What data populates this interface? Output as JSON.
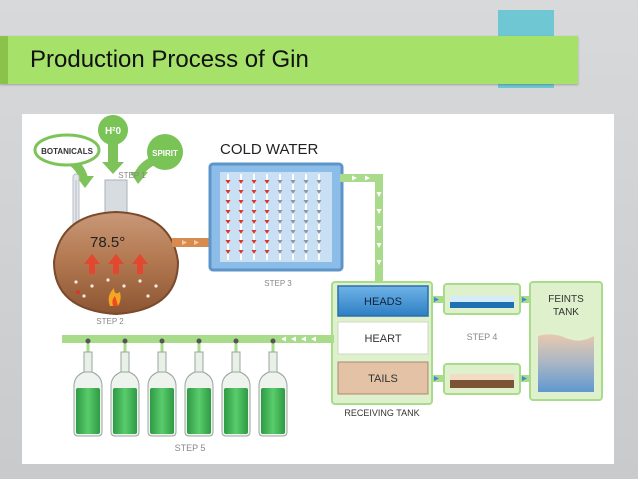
{
  "slide": {
    "title": "Production Process of Gin"
  },
  "diagram": {
    "inputs": {
      "botanicals": "BOTANICALS",
      "water": "H²0",
      "spirit": "SPIRIT"
    },
    "still_temperature": "78.5°",
    "cold_water": "COLD WATER",
    "steps": {
      "step1": "STEP 1",
      "step2": "STEP 2",
      "step3": "STEP 3",
      "step4": "STEP 4",
      "step5": "STEP 5"
    },
    "receiving_tank": {
      "heads": "HEADS",
      "heart": "HEART",
      "tails": "TAILS",
      "label": "RECEIVING TANK"
    },
    "feints_tank": {
      "line1": "FEINTS",
      "line2": "TANK"
    }
  },
  "colors": {
    "title_bar": "#a6e26a",
    "accent": "#6fc7d3",
    "pipe_green": "#a9dc8a",
    "condenser_blue": "#7fb6e6",
    "heads_blue": "#3d8fd0",
    "tails_tan": "#e3c2a6",
    "bottle_green": "#44bb5a",
    "still_brown": "#a46a44"
  },
  "bottle_count": 6
}
